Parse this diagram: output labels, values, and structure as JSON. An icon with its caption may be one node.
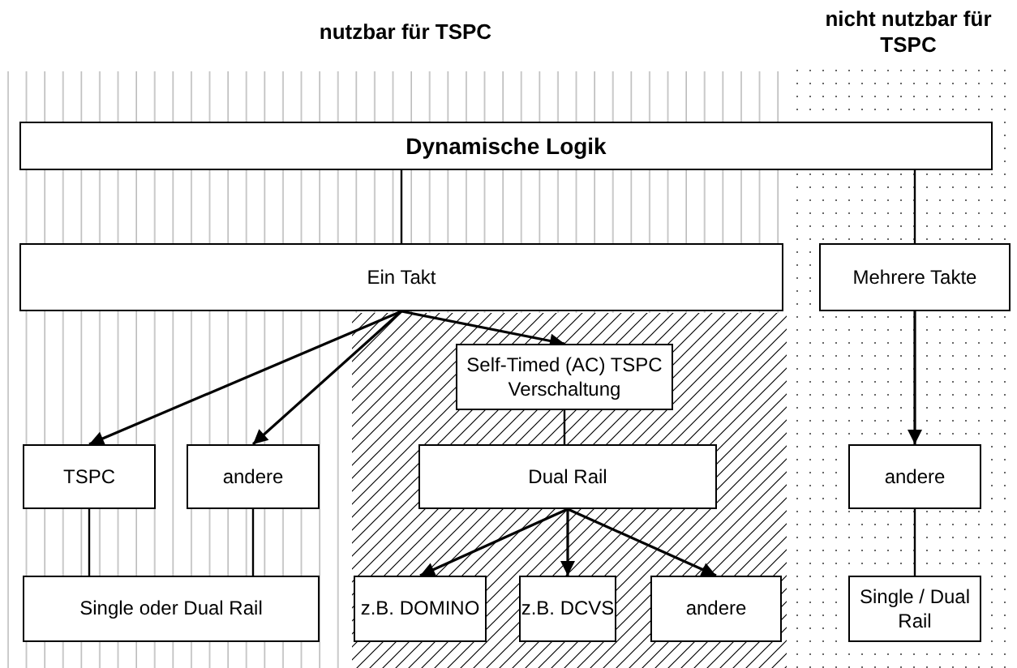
{
  "diagram": {
    "nodes": [
      {
        "text": [
          "Dynamische Logik"
        ]
      },
      {
        "text": [
          "Ein Takt"
        ]
      },
      {
        "text": [
          "Mehrere Takte"
        ]
      },
      {
        "text": [
          "Self-Timed (AC) TSPC Verschaltung"
        ]
      },
      {
        "text": [
          "TSPC"
        ]
      },
      {
        "text": [
          "andere"
        ]
      },
      {
        "text": [
          "Dual Rail"
        ]
      },
      {
        "text": [
          "andere"
        ]
      },
      {
        "text": [
          "Single oder Dual Rail"
        ]
      },
      {
        "text": [
          "z.B. DOMINO"
        ]
      },
      {
        "text": [
          "z.B. DCVS"
        ]
      },
      {
        "text": [
          "andere"
        ]
      },
      {
        "text": [
          "Single / Dual Rail"
        ]
      }
    ],
    "edges": [
      {
        "from": 0,
        "to": 1,
        "arrow": "none"
      },
      {
        "from": 0,
        "to": 2,
        "arrow": "none"
      },
      {
        "from": 1,
        "to": 4,
        "arrow": "to"
      },
      {
        "from": 1,
        "to": 5,
        "arrow": "to"
      },
      {
        "from": 1,
        "to": 3,
        "arrow": "to"
      },
      {
        "from": 3,
        "to": 6,
        "arrow": "none"
      },
      {
        "from": 2,
        "to": 7,
        "arrow": "to"
      },
      {
        "from": 4,
        "to": 8,
        "arrow": "none"
      },
      {
        "from": 5,
        "to": 8,
        "arrow": "none"
      },
      {
        "from": 6,
        "to": 9,
        "arrow": "to"
      },
      {
        "from": 6,
        "to": 10,
        "arrow": "to"
      },
      {
        "from": 6,
        "to": 11,
        "arrow": "to"
      },
      {
        "from": 7,
        "to": 12,
        "arrow": "none"
      }
    ],
    "labels": [
      "nutzbar für TSPC",
      "nicht nutzbar für TSPC"
    ]
  }
}
